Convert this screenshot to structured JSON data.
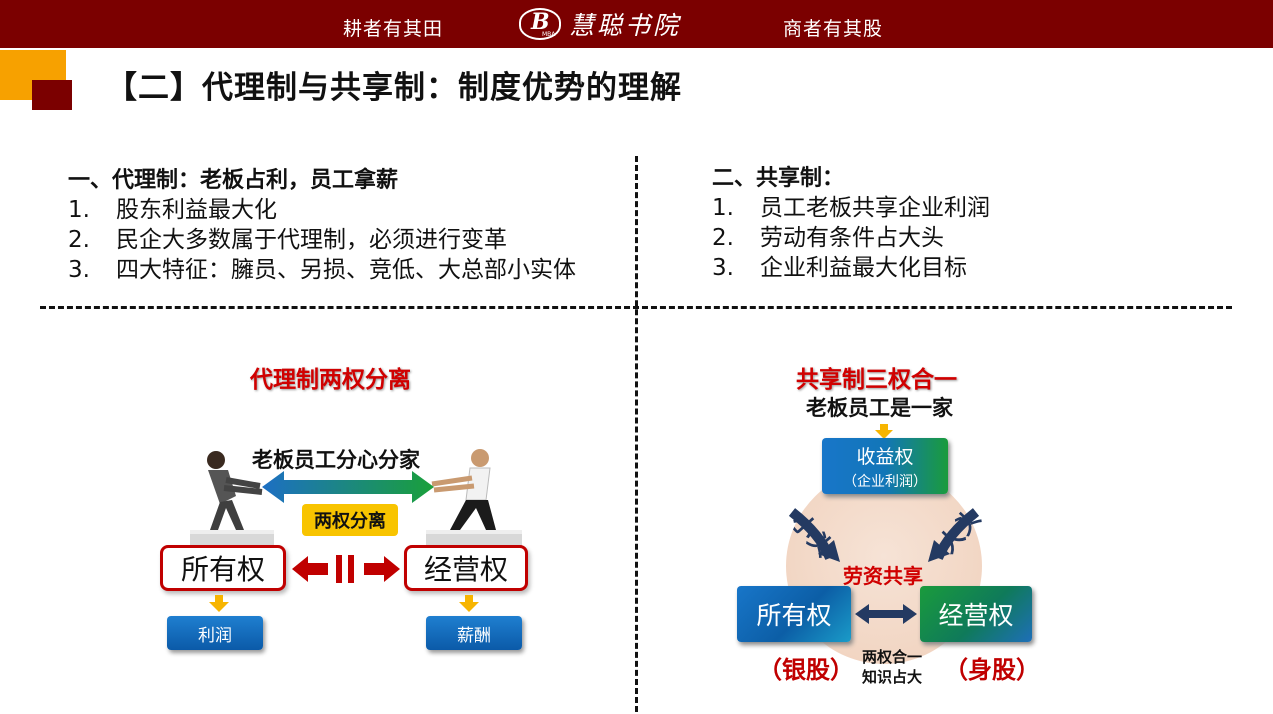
{
  "header": {
    "motto_left": "耕者有其田",
    "motto_right": "商者有其股",
    "logo_letter": "B",
    "logo_sub": "MBA",
    "logo_name": "慧聪书院"
  },
  "page_title": "【二】代理制与共享制：制度优势的理解",
  "left_section": {
    "heading": "一、代理制：老板占利，员工拿薪",
    "items": [
      {
        "num": "1.",
        "text": "股东利益最大化"
      },
      {
        "num": "2.",
        "text": "民企大多数属于代理制，必须进行变革"
      },
      {
        "num": "3.",
        "text": "四大特征：臃员、另损、竞低、大总部小实体"
      }
    ]
  },
  "right_section": {
    "heading": "二、共享制：",
    "items": [
      {
        "num": "1.",
        "text": "员工老板共享企业利润"
      },
      {
        "num": "2.",
        "text": "劳动有条件占大头"
      },
      {
        "num": "3.",
        "text": "企业利益最大化目标"
      }
    ]
  },
  "left_diagram": {
    "title": "代理制两权分离",
    "split_label": "老板员工分心分家",
    "center_badge": "两权分离",
    "ownership": "所有权",
    "management": "经营权",
    "ownership_result": "利润",
    "management_result": "薪酬"
  },
  "right_diagram": {
    "title": "共享制三权合一",
    "subtitle": "老板员工是一家",
    "income_right": "收益权",
    "income_sub": "（企业利润）",
    "small_left": "小头",
    "big_right": "大头",
    "center_label": "劳资共享",
    "ownership": "所有权",
    "management": "经营权",
    "silver_share": "（银股）",
    "body_share": "（身股）",
    "merge_line1": "两权合一",
    "merge_line2": "知识占大"
  },
  "colors": {
    "brand_dark_red": "#7b0000",
    "accent_orange": "#f7a100",
    "title_red": "#d00000",
    "box_blue": "#0b5aa8",
    "box_green": "#1a9b3c"
  }
}
